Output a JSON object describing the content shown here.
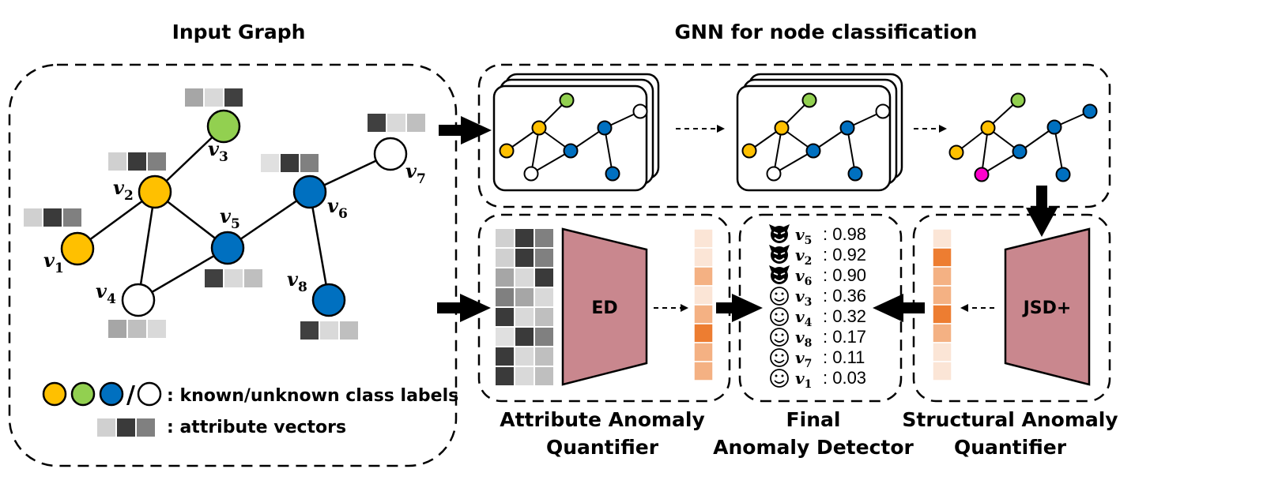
{
  "titles": {
    "input_graph": "Input Graph",
    "gnn": "GNN for node classification",
    "attribute_quantifier_line1": "Attribute Anomaly",
    "attribute_quantifier_line2": "Quantifier",
    "final_detector_line1": "Final",
    "final_detector_line2": "Anomaly Detector",
    "structural_quantifier_line1": "Structural Anomaly",
    "structural_quantifier_line2": "Quantifier"
  },
  "modules": {
    "ed": "ED",
    "jsd": "JSD+"
  },
  "legend": {
    "class_labels": ": known/unknown class labels",
    "attribute_vectors": ": attribute vectors",
    "slash": "/"
  },
  "nodes": {
    "v1": {
      "base": "v",
      "sub": "1"
    },
    "v2": {
      "base": "v",
      "sub": "2"
    },
    "v3": {
      "base": "v",
      "sub": "3"
    },
    "v4": {
      "base": "v",
      "sub": "4"
    },
    "v5": {
      "base": "v",
      "sub": "5"
    },
    "v6": {
      "base": "v",
      "sub": "6"
    },
    "v7": {
      "base": "v",
      "sub": "7"
    },
    "v8": {
      "base": "v",
      "sub": "8"
    }
  },
  "scores": [
    {
      "node": "v",
      "sub": "5",
      "value": ": 0.98",
      "icon": "devil-icon"
    },
    {
      "node": "v",
      "sub": "2",
      "value": ": 0.92",
      "icon": "devil-icon"
    },
    {
      "node": "v",
      "sub": "6",
      "value": ": 0.90",
      "icon": "devil-icon"
    },
    {
      "node": "v",
      "sub": "3",
      "value": ": 0.36",
      "icon": "smiley-icon"
    },
    {
      "node": "v",
      "sub": "4",
      "value": ": 0.32",
      "icon": "smiley-icon"
    },
    {
      "node": "v",
      "sub": "8",
      "value": ": 0.17",
      "icon": "smiley-icon"
    },
    {
      "node": "v",
      "sub": "7",
      "value": ": 0.11",
      "icon": "smiley-icon"
    },
    {
      "node": "v",
      "sub": "1",
      "value": ": 0.03",
      "icon": "smiley-icon"
    }
  ],
  "colors": {
    "yellow": "#FFC000",
    "green": "#92D050",
    "blue": "#0070C0",
    "white": "#FFFFFF",
    "magenta": "#FF00CC",
    "module_fill": "#C9878E",
    "orange_dark": "#ED7D31",
    "orange_mid": "#F4B183",
    "orange_light": "#FBE5D6"
  }
}
